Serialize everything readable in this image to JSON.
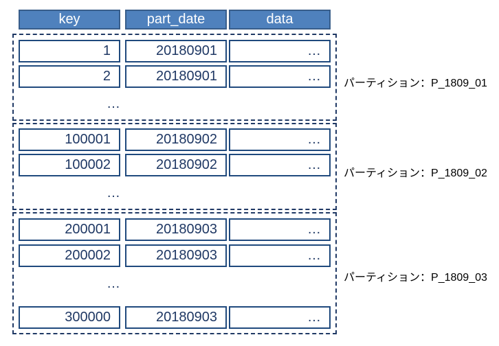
{
  "columns": {
    "key": "key",
    "part_date": "part_date",
    "data": "data"
  },
  "partitions": [
    {
      "label": "パーティション：P_1809_01",
      "rows": [
        {
          "key": "1",
          "part_date": "20180901",
          "data": "…"
        },
        {
          "key": "2",
          "part_date": "20180901",
          "data": "…"
        }
      ],
      "ellipsis": "…"
    },
    {
      "label": "パーティション：P_1809_02",
      "rows": [
        {
          "key": "100001",
          "part_date": "20180902",
          "data": "…"
        },
        {
          "key": "100002",
          "part_date": "20180902",
          "data": "…"
        }
      ],
      "ellipsis": "…"
    },
    {
      "label": "パーティション：P_1809_03",
      "rows": [
        {
          "key": "200001",
          "part_date": "20180903",
          "data": "…"
        },
        {
          "key": "200002",
          "part_date": "20180903",
          "data": "…"
        },
        {
          "key": "300000",
          "part_date": "20180903",
          "data": "…"
        }
      ],
      "ellipsis": "…"
    }
  ]
}
